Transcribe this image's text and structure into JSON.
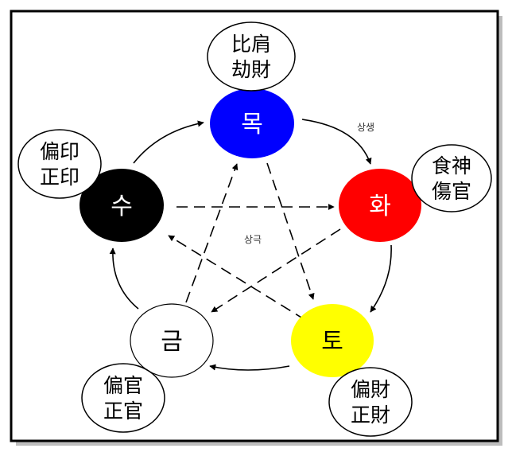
{
  "elements": {
    "wood": {
      "label": "목",
      "color": "#0000ff",
      "text_color": "#ffffff",
      "gods": [
        "比肩",
        "劫財"
      ]
    },
    "fire": {
      "label": "화",
      "color": "#ff0000",
      "text_color": "#ffffff",
      "gods": [
        "食神",
        "傷官"
      ]
    },
    "earth": {
      "label": "토",
      "color": "#ffff00",
      "text_color": "#000000",
      "gods": [
        "偏財",
        "正財"
      ]
    },
    "metal": {
      "label": "금",
      "color": "#ffffff",
      "text_color": "#000000",
      "gods": [
        "偏官",
        "正官"
      ]
    },
    "water": {
      "label": "수",
      "color": "#000000",
      "text_color": "#ffffff",
      "gods": [
        "偏印",
        "正印"
      ]
    }
  },
  "cycles": {
    "generating_label": "상생",
    "controlling_label": "상극"
  }
}
